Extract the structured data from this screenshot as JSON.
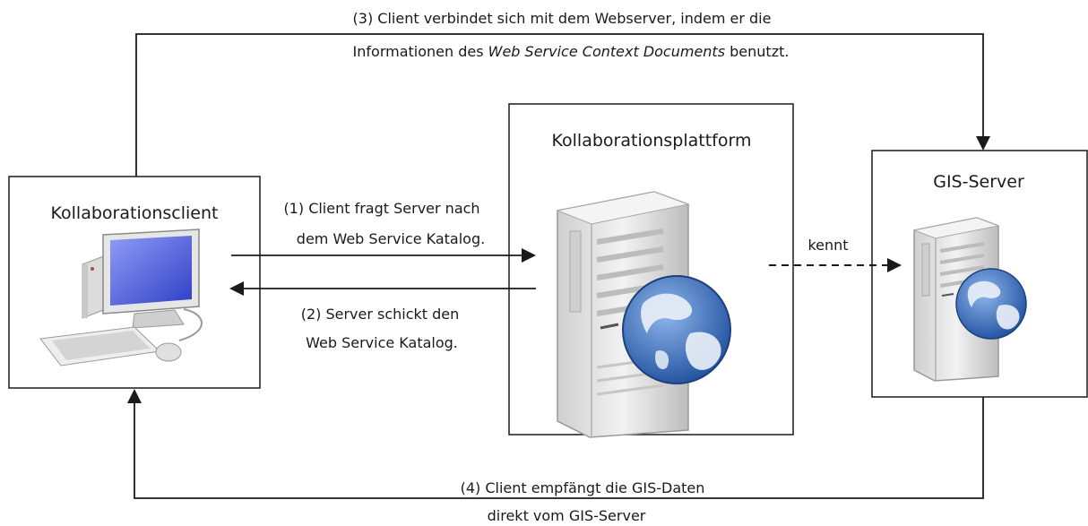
{
  "boxes": {
    "client": {
      "title": "Kollaborationsclient"
    },
    "platform": {
      "title": "Kollaborationsplattform"
    },
    "gis": {
      "title": "GIS-Server"
    }
  },
  "labels": {
    "step3_line1": "(3) Client verbindet sich mit dem Webserver, indem er die",
    "step3_line2_pre": "Informationen des ",
    "step3_line2_italic": "Web Service Context Documents",
    "step3_line2_post": " benutzt.",
    "step1_line1": "(1) Client fragt Server nach",
    "step1_line2": "dem Web Service Katalog.",
    "step2_line1": "(2) Server schickt den",
    "step2_line2": "Web Service Katalog.",
    "knows": "kennt",
    "step4_line1": "(4) Client empfängt die GIS-Daten",
    "step4_line2": "direkt vom GIS-Server"
  },
  "colors": {
    "line": "#1a1a1a",
    "monitor_screen": "#3f51d6",
    "globe_ocean": "#3a6fc4",
    "globe_land": "#e8eef6",
    "server_body": "#e3e3e3"
  }
}
